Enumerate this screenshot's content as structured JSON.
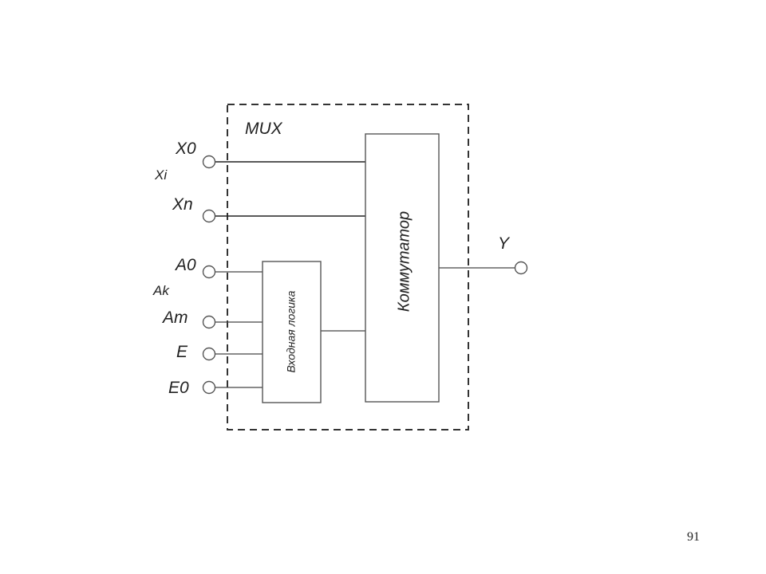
{
  "module": {
    "title": "MUX"
  },
  "inputs": {
    "x0": "X0",
    "xi": "Xi",
    "xn": "Xn",
    "a0": "A0",
    "ak": "Ak",
    "am": "Am",
    "e": "E",
    "e0": "E0"
  },
  "output": {
    "y": "Y"
  },
  "blocks": {
    "input_logic": "Входная логика",
    "switch": "Коммутатор"
  },
  "footer": {
    "page_number": "91"
  }
}
